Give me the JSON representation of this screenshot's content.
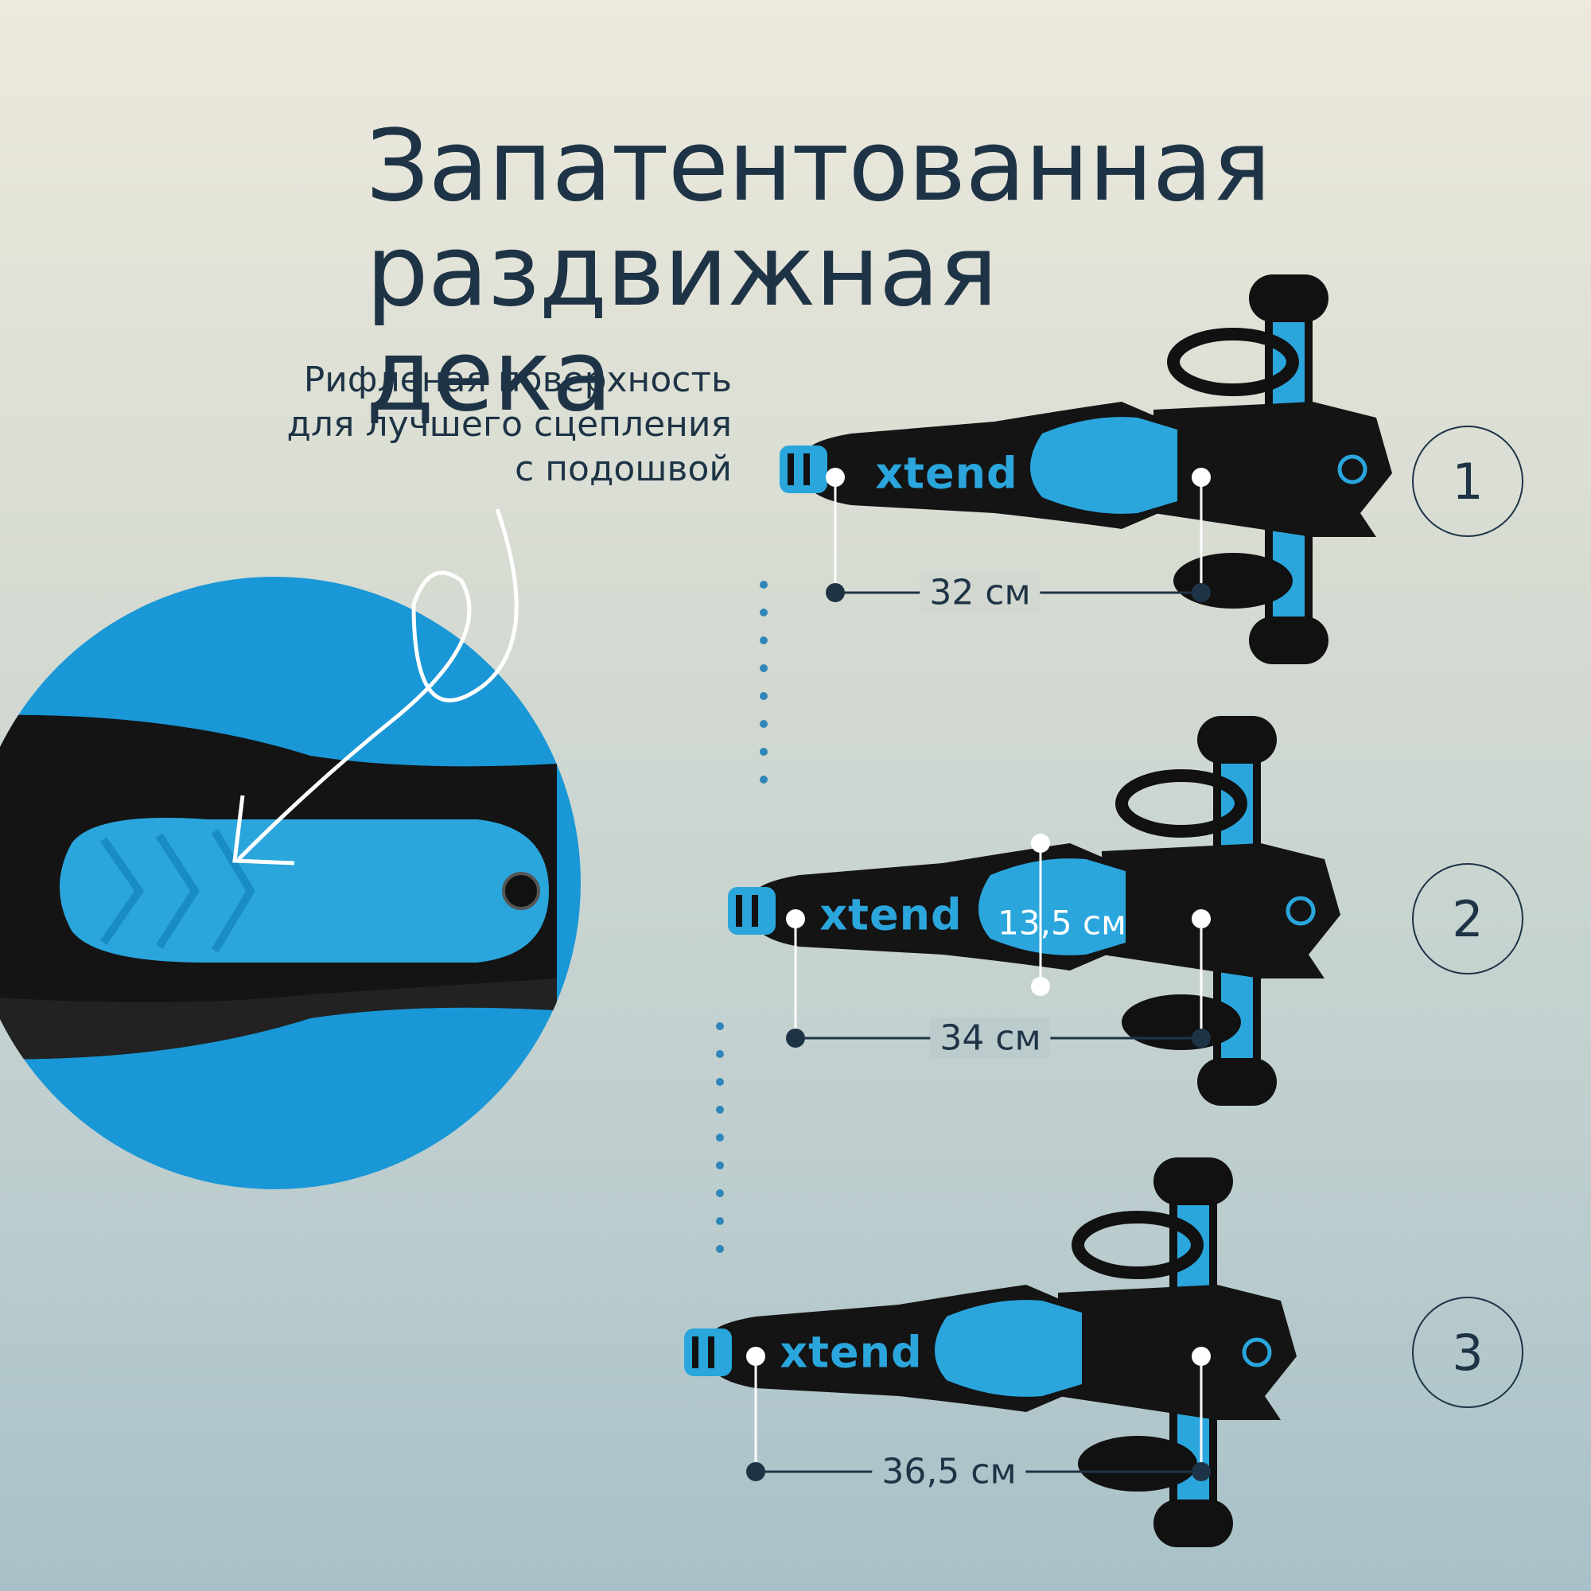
{
  "title": {
    "line1": "Запатентованная",
    "line2": "раздвижная дека"
  },
  "caption": {
    "line1": "Рифленая поверхность",
    "line2": "для лучшего сцепления",
    "line3": "с подошвой"
  },
  "brand": "xtend",
  "scooters": [
    {
      "step": "1",
      "length": "32 см"
    },
    {
      "step": "2",
      "length": "34 см",
      "width": "13,5 см"
    },
    {
      "step": "3",
      "length": "36,5 см"
    }
  ],
  "colors": {
    "accent": "#2aa6dd",
    "dark": "#1e3446",
    "deck": "#141414"
  },
  "icons": [
    "grip-arrow-icon",
    "dimension-marker-icon"
  ]
}
